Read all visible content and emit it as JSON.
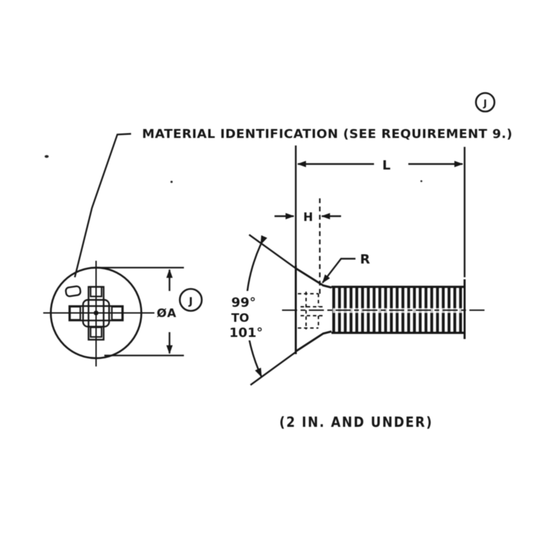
{
  "drawing": {
    "title": "MATERIAL IDENTIFICATION (SEE REQUIREMENT 9.)",
    "size_note": "(2 IN. AND UNDER)",
    "flags": {
      "top_right": "J",
      "head_dia": "J"
    },
    "dims": {
      "length": "L",
      "head_height": "H",
      "fillet_radius": "R",
      "head_diameter": "ØA"
    },
    "angle": {
      "line1": "99°",
      "line2": "TO",
      "line3": "101°"
    },
    "colors": {
      "ink": "#1b1b1b",
      "paper": "#ffffff"
    }
  }
}
